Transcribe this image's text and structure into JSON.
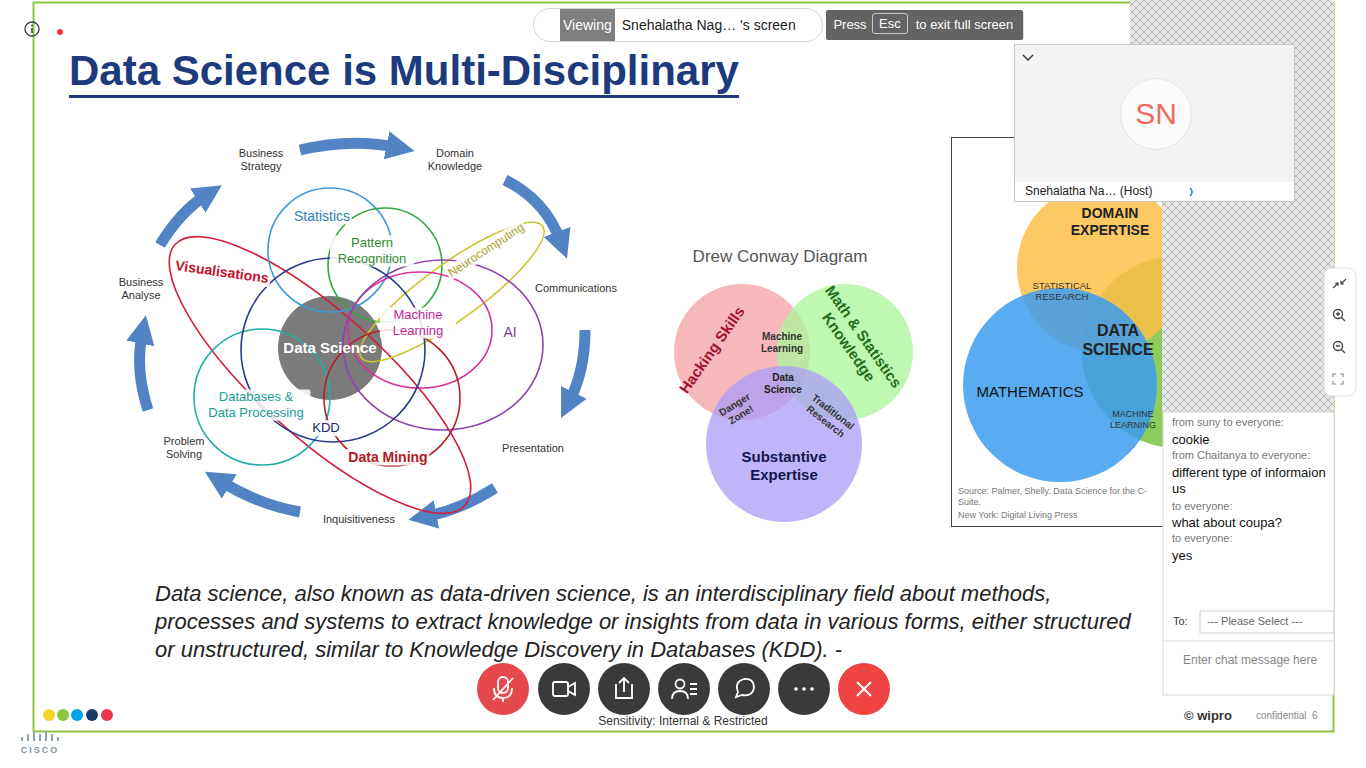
{
  "diagram": {
    "title": "Data Science is Multi-Disciplinary",
    "nodes": [
      {
        "text": [
          "Viewing",
          "Snehalatha Nag… 's screen"
        ]
      },
      {
        "text": [
          "Esc"
        ]
      },
      {
        "text": [
          "Snehalatha Na… (Host)"
        ]
      },
      {
        "text": [
          "SN"
        ],
        "in": 2
      },
      {
        "text": [
          "Visualisations"
        ]
      },
      {
        "text": [
          "Statistics"
        ]
      },
      {
        "text": [
          "Pattern Recognition"
        ]
      },
      {
        "text": [
          "Neurocomputing"
        ]
      },
      {
        "text": [
          "Machine Learning"
        ]
      },
      {
        "text": [
          "AI"
        ]
      },
      {
        "text": [
          "Data Science"
        ]
      },
      {
        "text": [
          "Databases & Data Processing"
        ]
      },
      {
        "text": [
          "KDD"
        ]
      },
      {
        "text": [
          "Data Mining"
        ]
      },
      {
        "text": [
          "Hacking Skills"
        ]
      },
      {
        "text": [
          "Math & Statistics Knowledge"
        ]
      },
      {
        "text": [
          "Substantive Expertise"
        ]
      },
      {
        "text": [
          "DOMAIN EXPERTISE"
        ]
      },
      {
        "text": [
          "MATHEMATICS"
        ]
      }
    ],
    "labels": [
      "Press",
      "to exit full screen",
      "Business Strategy",
      "Domain Knowledge",
      "Communications",
      "Presentation",
      "Inquisitiveness",
      "Problem Solving",
      "Business Analyse",
      "Drew Conway Diagram",
      "Machine Learning",
      "Data Science",
      "Danger Zone!",
      "Traditional Research",
      "STATISTICAL RESEARCH",
      "DATA SCIENCE",
      "MACHINE LEARNING",
      "Source: Palmer, Shelly. Data Science for the C-Suite.",
      "New York: Digital Living Press",
      "Data science, also known as data-driven science, is an interdisciplinary field about methods, processes and systems to extract knowledge or insights from data in various forms, either structured or unstructured, similar to Knowledge Discovery in Databases (KDD). -",
      "Sensitivity: Internal & Restricted",
      "© wipro",
      "confidential",
      "6",
      "CISCO",
      "from suny to everyone:",
      "cookie",
      "from Chaitanya to everyone:",
      "different type of informaion us",
      "to everyone:",
      "what about coupa?",
      "to everyone:",
      "yes",
      "To:",
      "--- Please Select ---",
      "Enter chat message here"
    ]
  }
}
